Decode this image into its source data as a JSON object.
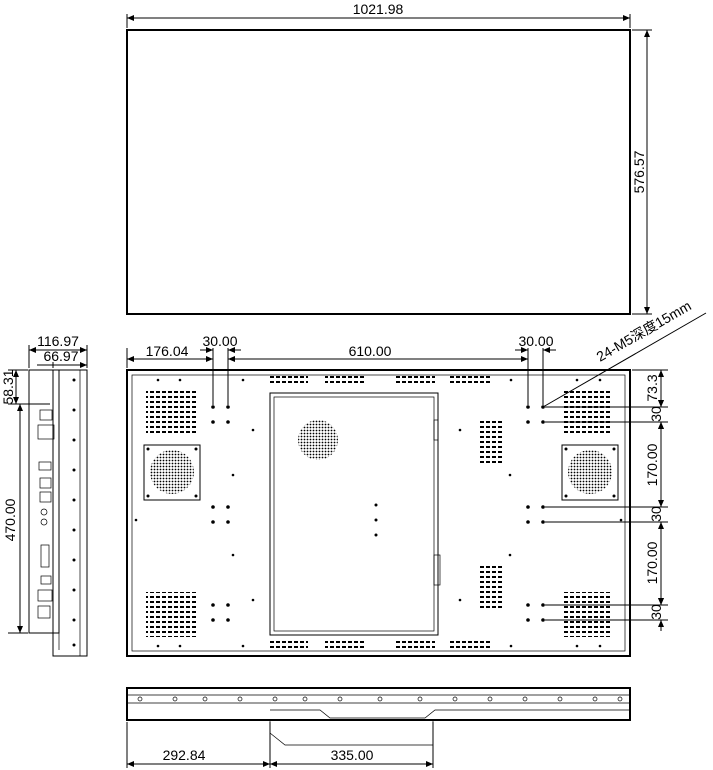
{
  "front_view": {
    "width_label": "1021.98",
    "height_label": "576.57"
  },
  "rear_view": {
    "left_offset_label": "176.04",
    "hole_spacing_left_label": "30.00",
    "center_spacing_label": "610.00",
    "hole_spacing_right_label": "30.00",
    "thread_note": "24-M5深度15mm",
    "top_offset_label": "73.3",
    "vertical_labels": [
      "30",
      "170.00",
      "30",
      "170.00",
      "30"
    ]
  },
  "side_view": {
    "depth_label": "116.97",
    "body_depth_label": "66.97",
    "top_offset_label": "58.31",
    "height_label": "470.00"
  },
  "bottom_view": {
    "left_label": "292.84",
    "right_label": "335.00"
  }
}
